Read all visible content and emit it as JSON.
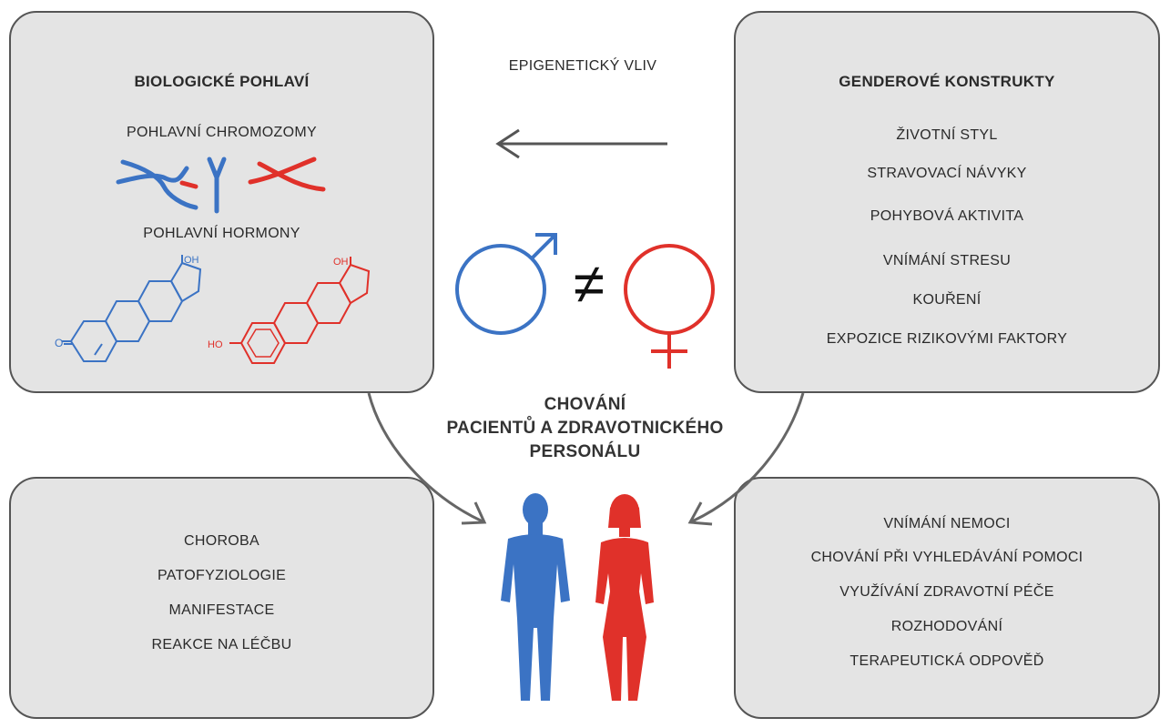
{
  "epigenetic_label": "EPIGENETICKÝ VLIV",
  "bio": {
    "title": "BIOLOGICKÉ POHLAVÍ",
    "chromosomes": "POHLAVNÍ CHROMOZOMY",
    "hormones": "POHLAVNÍ HORMONY",
    "oh_label": "OH",
    "ho_label": "HO",
    "o_label": "O"
  },
  "gender": {
    "title": "GENDEROVÉ KONSTRUKTY",
    "items": [
      "ŽIVOTNÍ STYL",
      "STRAVOVACÍ NÁVYKY",
      "POHYBOVÁ AKTIVITA",
      "VNÍMÁNÍ STRESU",
      "KOUŘENÍ",
      "EXPOZICE RIZIKOVÝMI FAKTORY"
    ]
  },
  "center": {
    "line1": "CHOVÁNÍ",
    "line2": "PACIENTŮ A ZDRAVOTNICKÉHO",
    "line3": "PERSONÁLU",
    "neq": "≠"
  },
  "disease": {
    "items": [
      "CHOROBA",
      "PATOFYZIOLOGIE",
      "MANIFESTACE",
      "REAKCE NA LÉČBU"
    ]
  },
  "behavior": {
    "items": [
      "VNÍMÁNÍ NEMOCI",
      "CHOVÁNÍ PŘI VYHLEDÁVÁNÍ POMOCI",
      "VYUŽÍVÁNÍ ZDRAVOTNÍ PÉČE",
      "ROZHODOVÁNÍ",
      "TERAPEUTICKÁ ODPOVĚĎ"
    ]
  },
  "colors": {
    "male": "#3b73c4",
    "female": "#e0312a",
    "box": "#e4e4e4",
    "arrow": "#666666"
  },
  "icons": [
    "male-symbol-icon",
    "female-symbol-icon",
    "male-figure-icon",
    "female-figure-icon",
    "chromosome-icon",
    "steroid-molecule-icon"
  ]
}
